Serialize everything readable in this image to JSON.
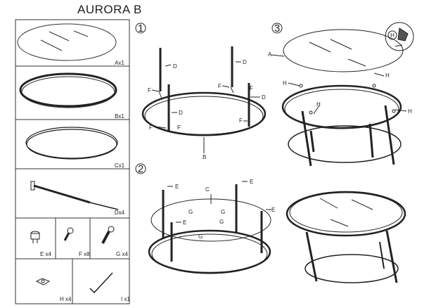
{
  "title": "AURORA B",
  "parts": {
    "a": "Ax1",
    "b": "Bx1",
    "c": "Cx1",
    "d": "Dx4",
    "e": "E x4",
    "f": "F x8",
    "g": "G x4",
    "h": "H x4",
    "i": "I x1"
  },
  "steps": {
    "s1": "1",
    "s2": "2",
    "s3": "3"
  },
  "callouts": {
    "D": "D",
    "F": "F",
    "B": "B",
    "E": "E",
    "C": "C",
    "G": "G",
    "A": "A",
    "H": "H"
  }
}
